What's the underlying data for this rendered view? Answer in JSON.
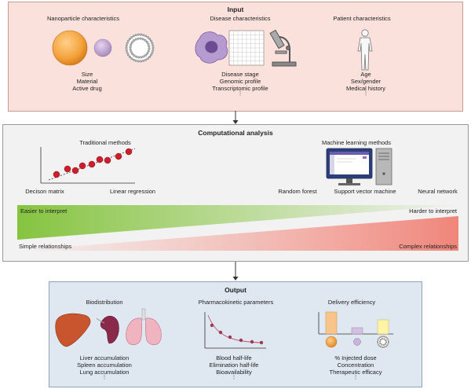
{
  "input": {
    "title": "Input",
    "columns": [
      {
        "heading": "Nanoparticle characteristics",
        "items": [
          "Size",
          "Material",
          "Active drug"
        ]
      },
      {
        "heading": "Disease characteristics",
        "items": [
          "Disease stage",
          "Genomic profile",
          "Transcriptomic profile"
        ]
      },
      {
        "heading": "Patient characteristics",
        "items": [
          "Age",
          "Sex/gender",
          "Medical history"
        ]
      }
    ],
    "ellipsis": "⋮"
  },
  "computational": {
    "title": "Computational analysis",
    "traditional_heading": "Traditional methods",
    "ml_heading": "Machine learning methods",
    "methods": [
      "Decison matrix",
      "Linear regression",
      "Random forest",
      "Support vector machine",
      "Neural network"
    ],
    "easier": "Easier to interpret",
    "harder": "Harder to interpret",
    "simple": "Simple relationships",
    "complex": "Complex relationships",
    "colors": {
      "green": "#8cc63f",
      "red": "#f08a80",
      "dot": "#cc1f2d"
    }
  },
  "output": {
    "title": "Output",
    "columns": [
      {
        "heading": "Biodistribution",
        "items": [
          "Liver accumulation",
          "Spleen accumulation",
          "Lung accumulation"
        ]
      },
      {
        "heading": "Pharmacokinetic parameters",
        "items": [
          "Blood half-life",
          "Elimination half-life",
          "Bioavailability"
        ]
      },
      {
        "heading": "Delivery efficiency",
        "items": [
          "% Injected dose",
          "Concentration",
          "Therapeutic efficacy"
        ]
      }
    ],
    "ellipsis": "⋮"
  }
}
